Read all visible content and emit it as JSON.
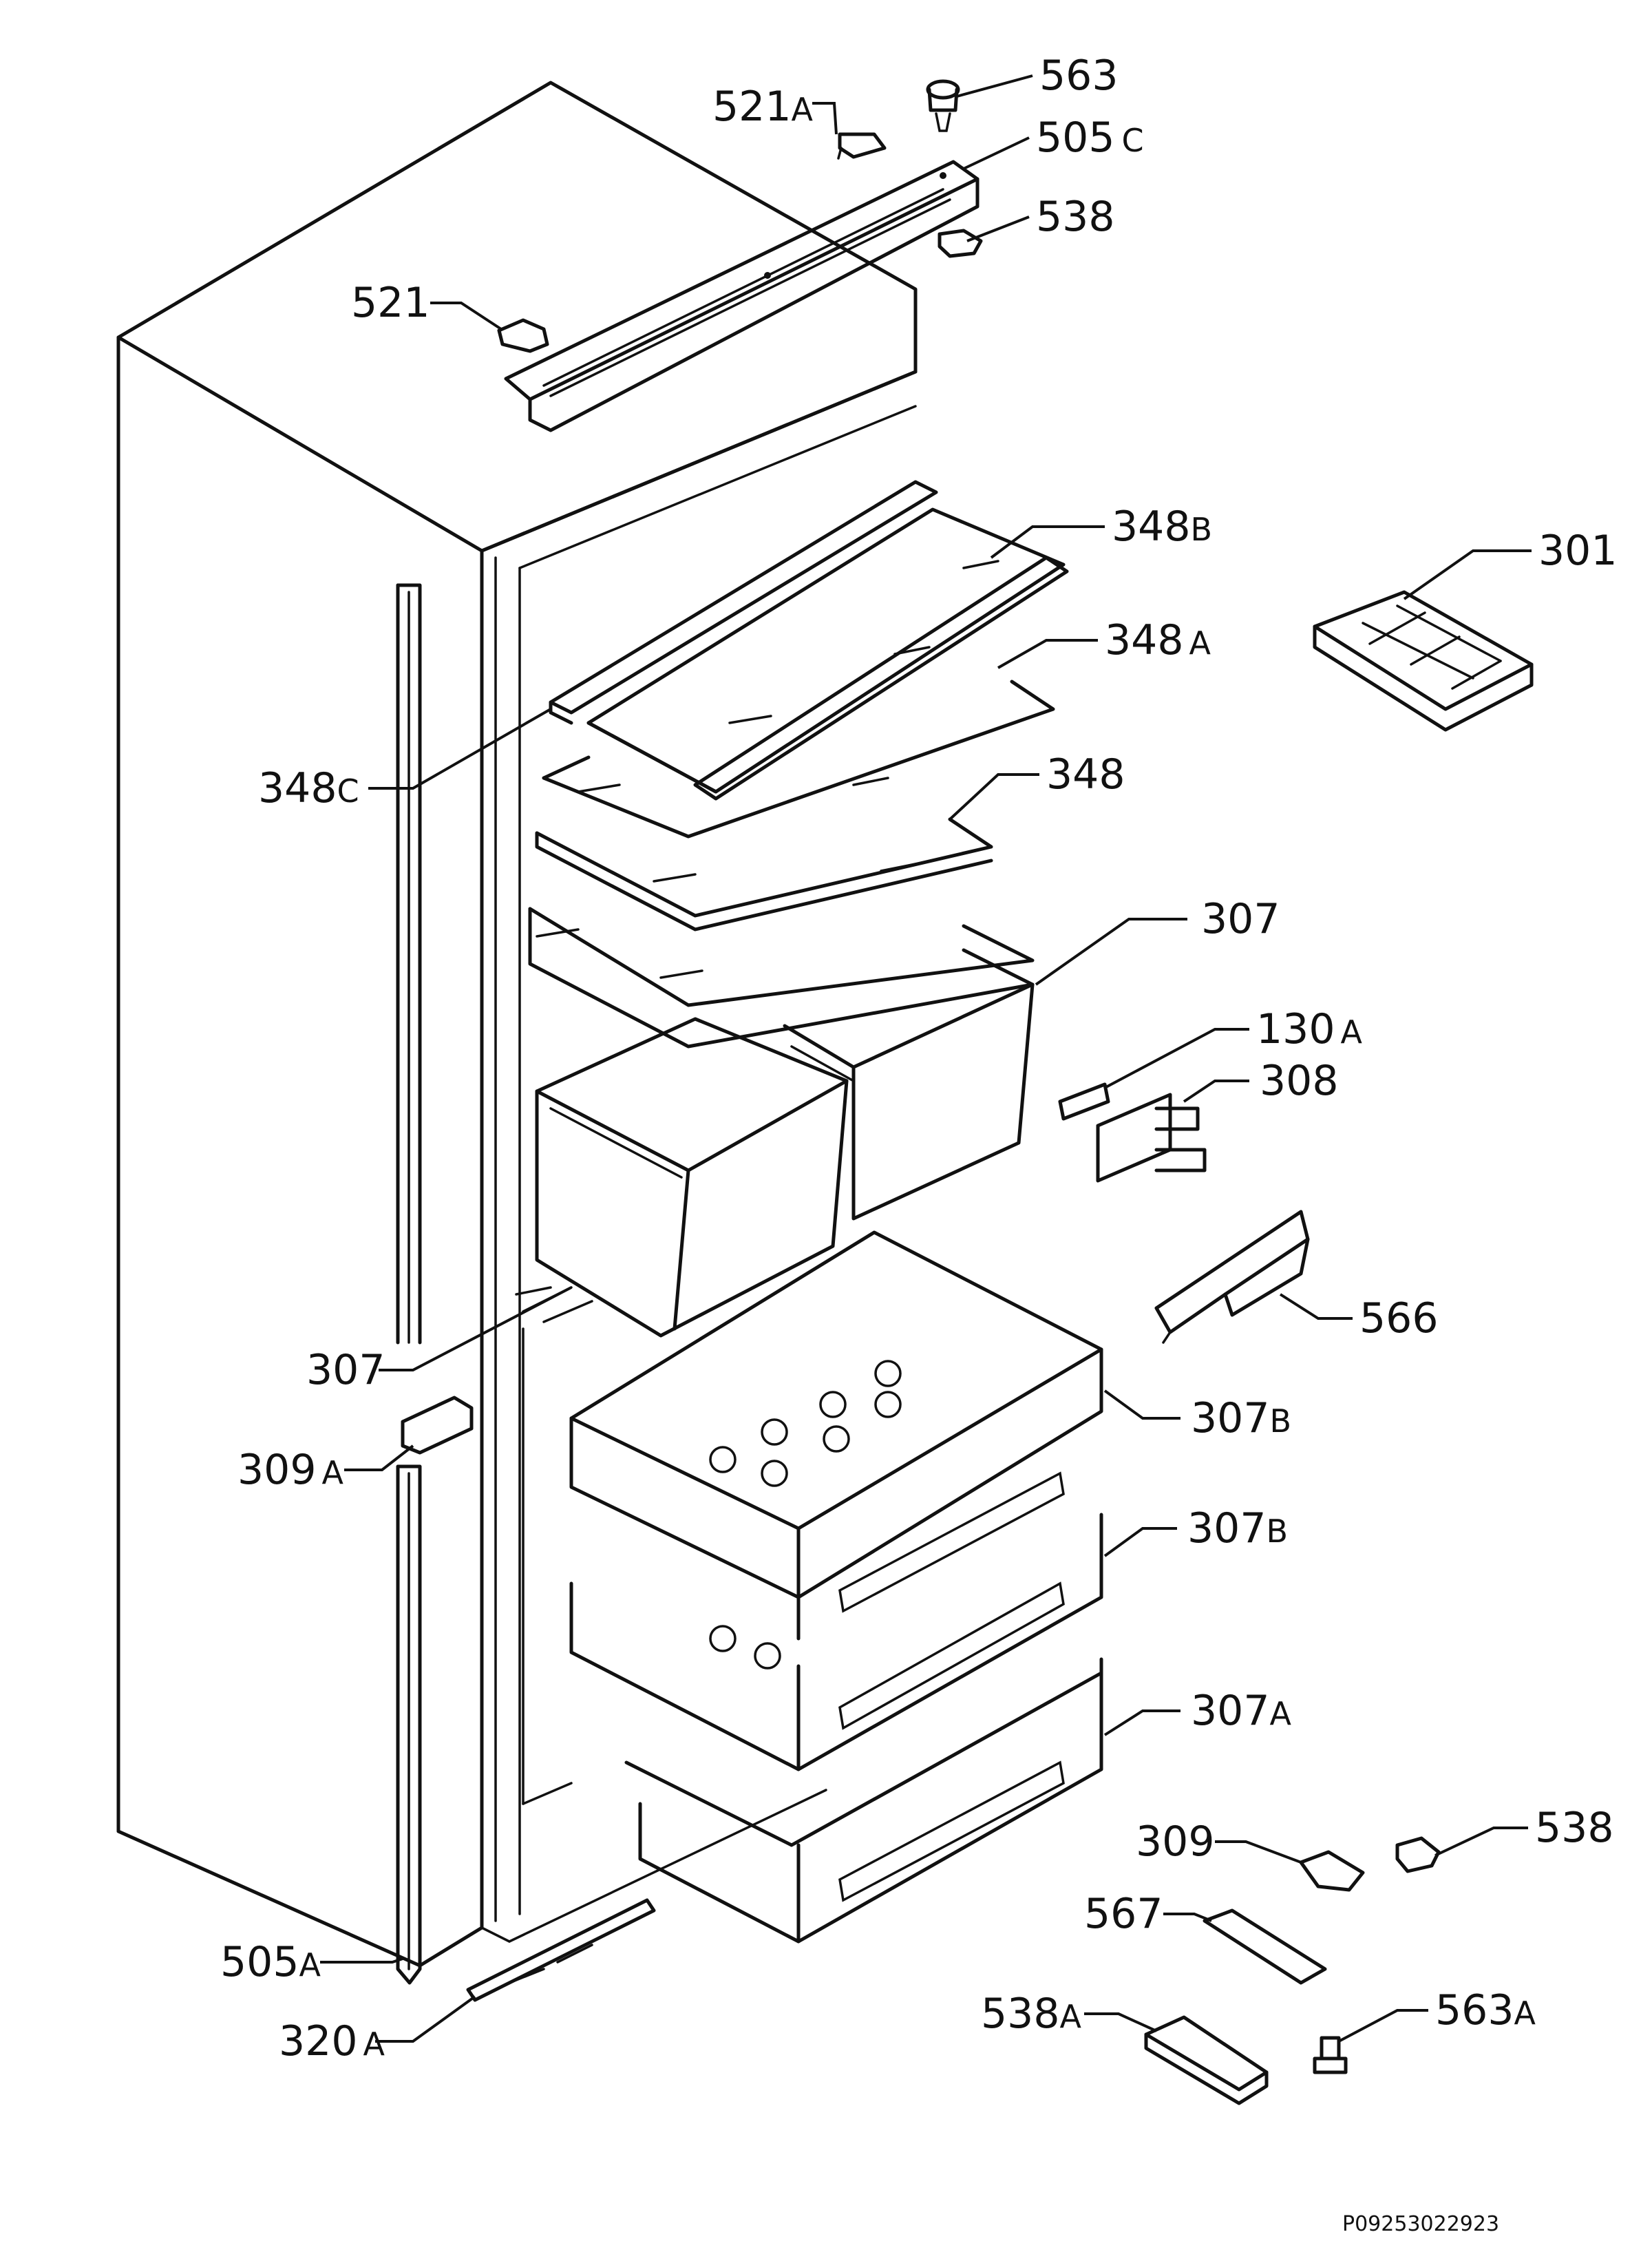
{
  "diagram": {
    "footer_code": "P09253022923",
    "labels": {
      "l563": {
        "num": "563",
        "suf": ""
      },
      "l521a": {
        "num": "521",
        "suf": "A"
      },
      "l505c": {
        "num": "505",
        "suf": "C"
      },
      "l538t": {
        "num": "538",
        "suf": ""
      },
      "l521": {
        "num": "521",
        "suf": ""
      },
      "l348b": {
        "num": "348",
        "suf": "B"
      },
      "l301": {
        "num": "301",
        "suf": ""
      },
      "l348a": {
        "num": "348",
        "suf": "A"
      },
      "l348c": {
        "num": "348",
        "suf": "C"
      },
      "l348": {
        "num": "348",
        "suf": ""
      },
      "l307t": {
        "num": "307",
        "suf": ""
      },
      "l130a": {
        "num": "130",
        "suf": "A"
      },
      "l308": {
        "num": "308",
        "suf": ""
      },
      "l566": {
        "num": "566",
        "suf": ""
      },
      "l307l": {
        "num": "307",
        "suf": ""
      },
      "l307b1": {
        "num": "307",
        "suf": "B"
      },
      "l309a": {
        "num": "309",
        "suf": "A"
      },
      "l307b2": {
        "num": "307",
        "suf": "B"
      },
      "l307a": {
        "num": "307",
        "suf": "A"
      },
      "l538r": {
        "num": "538",
        "suf": ""
      },
      "l309": {
        "num": "309",
        "suf": ""
      },
      "l567": {
        "num": "567",
        "suf": ""
      },
      "l505a": {
        "num": "505",
        "suf": "A"
      },
      "l538a": {
        "num": "538",
        "suf": "A"
      },
      "l563a": {
        "num": "563",
        "suf": "A"
      },
      "l320a": {
        "num": "320",
        "suf": "A"
      }
    }
  }
}
